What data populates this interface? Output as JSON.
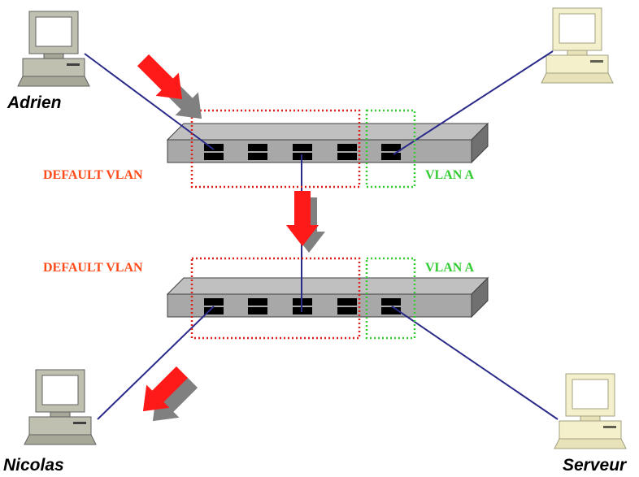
{
  "hosts": {
    "adrien": {
      "label": "Adrien",
      "color": "#c0c0b0"
    },
    "nicolas": {
      "label": "Nicolas",
      "color": "#c0c0b0"
    },
    "server_top": {
      "label": "",
      "color": "#f5f0cc"
    },
    "serveur": {
      "label": "Serveur",
      "color": "#f5f0cc"
    }
  },
  "vlans": {
    "default": {
      "label": "DEFAULT VLAN",
      "color": "#ff4a1a",
      "box_color": "#e0201a"
    },
    "vlan_a": {
      "label": "VLAN A",
      "color": "#33cc33",
      "box_color": "#33cc33"
    }
  },
  "switch": {
    "port_count": 5,
    "face_color": "#a8a8a8",
    "top_color": "#c0c0c0",
    "side_color": "#707070"
  },
  "link_color": "#2a2a8a",
  "arrow_color": "#ff1a1a",
  "arrow_shadow_color": "#808080"
}
